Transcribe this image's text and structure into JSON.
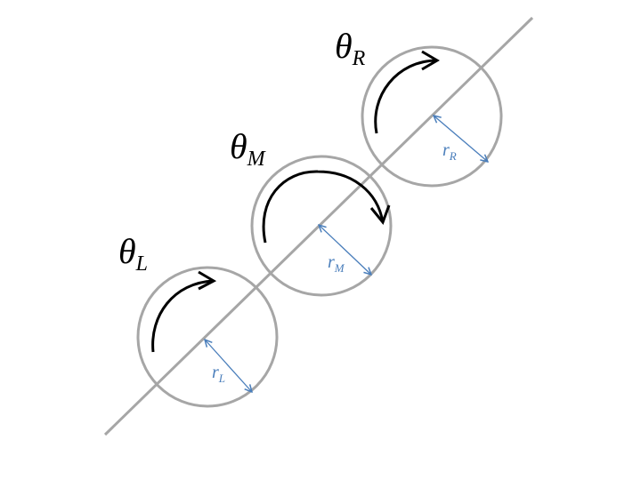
{
  "colors": {
    "axis": "#a6a6a6",
    "circle": "#a6a6a6",
    "rotation_arrow": "#000000",
    "radius_arrow": "#4a7ebb"
  },
  "labels": {
    "left": {
      "theta": "θ",
      "theta_sub": "L",
      "r": "r",
      "r_sub": "L"
    },
    "mid": {
      "theta": "θ",
      "theta_sub": "M",
      "r": "r",
      "r_sub": "M"
    },
    "right": {
      "theta": "θ",
      "theta_sub": "R",
      "r": "r",
      "r_sub": "R"
    }
  }
}
